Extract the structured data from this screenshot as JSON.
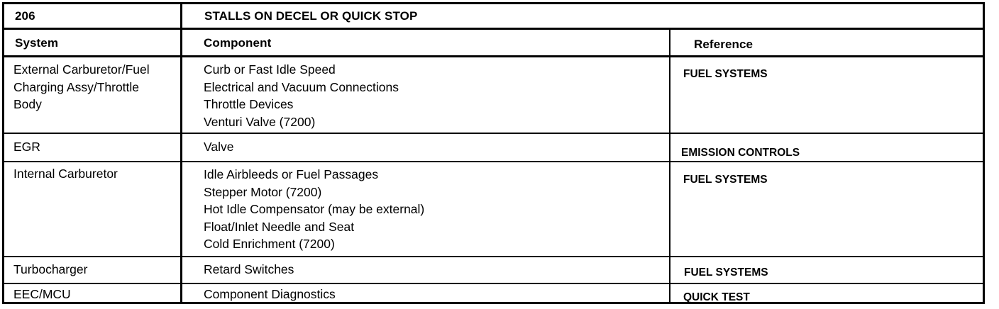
{
  "section_number": "206",
  "section_title": "STALLS ON DECEL OR QUICK STOP",
  "columns": {
    "system": "System",
    "component": "Component",
    "reference": "Reference"
  },
  "rows": [
    {
      "system": [
        "External Carburetor/Fuel",
        "Charging Assy/Throttle",
        "Body"
      ],
      "components": [
        "Curb or Fast Idle Speed",
        "Electrical and Vacuum Connections",
        "Throttle Devices",
        "Venturi Valve (7200)"
      ],
      "reference": "FUEL SYSTEMS"
    },
    {
      "system": [
        "EGR"
      ],
      "components": [
        "Valve"
      ],
      "reference": "EMISSION CONTROLS"
    },
    {
      "system": [
        "Internal Carburetor"
      ],
      "components": [
        "Idle Airbleeds or Fuel Passages",
        "Stepper Motor (7200)",
        "Hot Idle Compensator (may be external)",
        "Float/Inlet Needle and Seat",
        "Cold Enrichment (7200)"
      ],
      "reference": "FUEL SYSTEMS"
    },
    {
      "system": [
        "Turbocharger"
      ],
      "components": [
        "Retard Switches"
      ],
      "reference": "FUEL SYSTEMS"
    },
    {
      "system": [
        "EEC/MCU"
      ],
      "components": [
        "Component Diagnostics"
      ],
      "reference": "QUICK TEST"
    }
  ]
}
